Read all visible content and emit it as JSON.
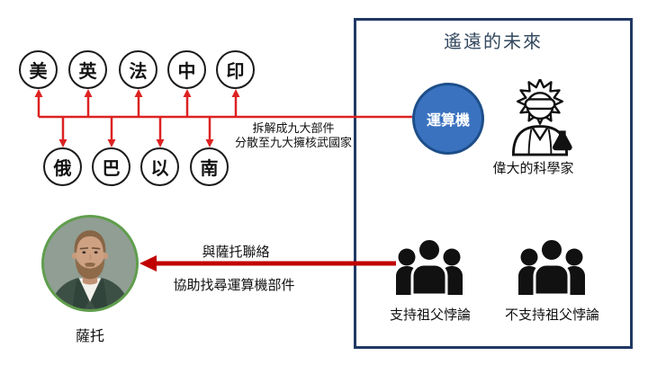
{
  "nuclear_powers": {
    "top_row": [
      "美",
      "英",
      "法",
      "中",
      "印"
    ],
    "bottom_row": [
      "俄",
      "巴",
      "以",
      "南"
    ]
  },
  "disperse_note": {
    "line1": "拆解成九大部件",
    "line2": "分散至九大擁核武國家"
  },
  "future_box": {
    "title": "遙遠的未來",
    "machine_label": "運算機",
    "scientist_label": "偉大的科學家",
    "support_label": "支持祖父悖論",
    "oppose_label": "不支持祖父悖論"
  },
  "sator": {
    "name": "薩托",
    "contact_line1": "與薩托聯絡",
    "contact_line2": "協助找尋運算機部件"
  },
  "icons": {
    "scientist": "mad-scientist-icon",
    "support_group": "people-group-icon",
    "oppose_group": "people-group-icon",
    "portrait": "sator-photo"
  },
  "colors": {
    "network_red": "#dd2222",
    "arrow_dark_red": "#c00000",
    "box_border": "#203864",
    "title_text": "#33485e",
    "machine_fill": "#3a72c0",
    "machine_border": "#1d4e89",
    "photo_ring": "#5f9e4c",
    "node_border": "#1a1a1a"
  }
}
